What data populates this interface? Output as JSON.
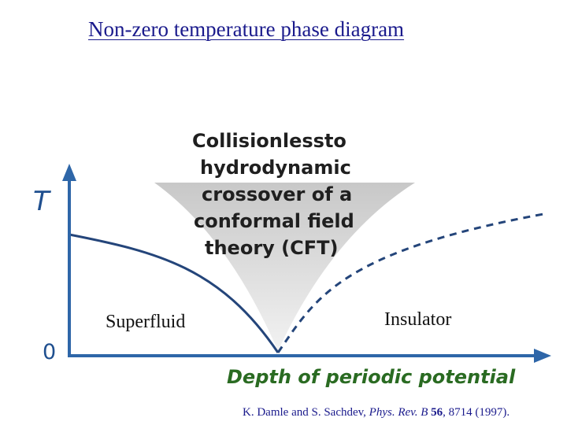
{
  "title": "Non-zero temperature phase diagram",
  "critical_region": {
    "lines": [
      "Collisionlessto",
      "hydrodynamic",
      "crossover of a",
      "conformal field",
      "theory (CFT)"
    ]
  },
  "phases": {
    "left": "Superfluid",
    "right": "Insulator"
  },
  "axes": {
    "y_label": "T",
    "origin_label": "0",
    "x_label": "Depth of periodic potential"
  },
  "citation": {
    "authors": "K. Damle and S. Sachdev,",
    "journal": "Phys. Rev. B",
    "volume": "56",
    "rest": ", 8714 (1997)."
  },
  "colors": {
    "axis": "#2e66a8",
    "curve": "#24457a",
    "critical_fill": "#d9d9d9",
    "title": "#1a1a8c",
    "x_label": "#2a6b22"
  }
}
